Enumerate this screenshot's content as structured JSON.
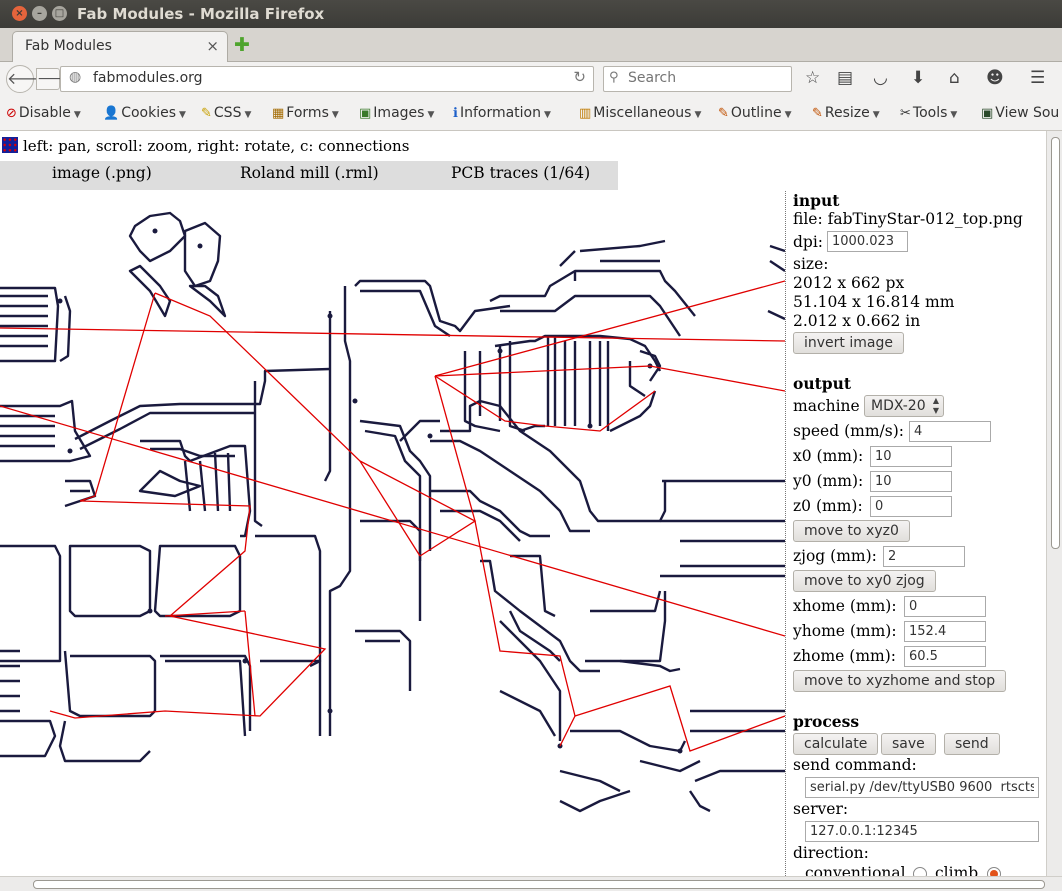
{
  "window": {
    "title": "Fab Modules - Mozilla Firefox"
  },
  "tab": {
    "label": "Fab Modules"
  },
  "nav": {
    "url": "fabmodules.org",
    "search_placeholder": "Search"
  },
  "bookmarks": [
    {
      "label": "Disable",
      "icon": "disable-icon"
    },
    {
      "label": "Cookies",
      "icon": "cookies-icon"
    },
    {
      "label": "CSS",
      "icon": "css-icon"
    },
    {
      "label": "Forms",
      "icon": "forms-icon"
    },
    {
      "label": "Images",
      "icon": "images-icon"
    },
    {
      "label": "Information",
      "icon": "information-icon"
    },
    {
      "label": "Miscellaneous",
      "icon": "miscellaneous-icon"
    },
    {
      "label": "Outline",
      "icon": "outline-icon"
    },
    {
      "label": "Resize",
      "icon": "resize-icon"
    },
    {
      "label": "Tools",
      "icon": "tools-icon"
    },
    {
      "label": "View Sou",
      "icon": "view-source-icon"
    }
  ],
  "page": {
    "hint": "left: pan, scroll: zoom, right: rotate, c: connections",
    "menu": [
      "image (.png)",
      "Roland mill (.rml)",
      "PCB traces (1/64)"
    ],
    "colors": {
      "trace": "#1a1a3e",
      "connection": "#e00000"
    }
  },
  "input": {
    "heading": "input",
    "file": "file: fabTinyStar-012_top.png",
    "dpi_label": "dpi:",
    "dpi": "1000.023",
    "size_label": "size:",
    "size_px": "2012 x 662 px",
    "size_mm": "51.104 x 16.814 mm",
    "size_in": "2.012 x 0.662 in",
    "invert": "invert image"
  },
  "output": {
    "heading": "output",
    "machine_label": "machine",
    "machine": "MDX-20",
    "speed_label": "speed (mm/s):",
    "speed": "4",
    "x0_label": "x0 (mm):",
    "x0": "10",
    "y0_label": "y0 (mm):",
    "y0": "10",
    "z0_label": "z0 (mm):",
    "z0": "0",
    "move_xyz0": "move to xyz0",
    "zjog_label": "zjog (mm):",
    "zjog": "2",
    "move_xy0zjog": "move to xy0 zjog",
    "xhome_label": "xhome (mm):",
    "xhome": "0",
    "yhome_label": "yhome (mm):",
    "yhome": "152.4",
    "zhome_label": "zhome (mm):",
    "zhome": "60.5",
    "move_home": "move to xyzhome and stop"
  },
  "process": {
    "heading": "process",
    "calculate": "calculate",
    "save": "save",
    "send": "send",
    "send_command_label": "send command:",
    "send_command": "serial.py /dev/ttyUSB0 9600  rtscts",
    "server_label": "server:",
    "server": "127.0.0.1:12345",
    "direction_label": "direction:",
    "conventional": "conventional",
    "climb": "climb"
  }
}
